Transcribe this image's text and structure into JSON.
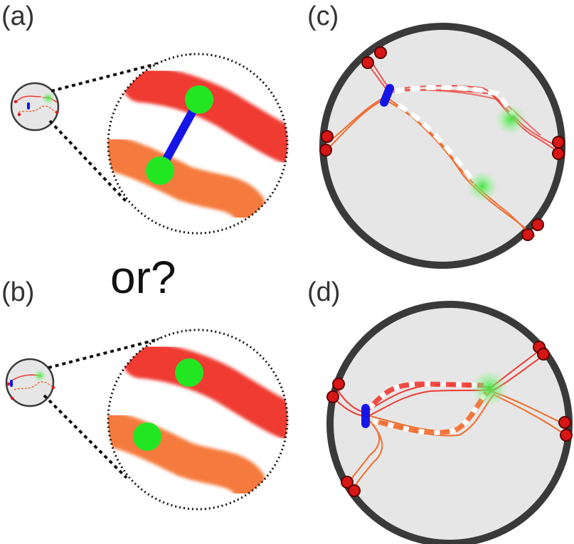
{
  "labels": {
    "a": "(a)",
    "b": "(b)",
    "c": "(c)",
    "d": "(d)",
    "or": "or?"
  },
  "colors": {
    "red_chain": "#ef3a32",
    "orange_chain": "#f26b2c",
    "bead": "#22e622",
    "bond": "#1515e6",
    "anchor": "#d81616",
    "ring": "#3a3a3a",
    "cell_fill": "#e6e6e6",
    "glow": "#5cf05c"
  }
}
